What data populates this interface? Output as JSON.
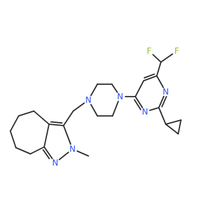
{
  "molecule": {
    "colors": {
      "bond": "#2b2b2b",
      "nitrogen": "#3050F8",
      "fluorine": "#90C030",
      "background": "#ffffff"
    },
    "atoms": [
      {
        "key": "f1",
        "text": "F",
        "element": "F"
      },
      {
        "key": "f2",
        "text": "F",
        "element": "F"
      },
      {
        "key": "n_pym_top",
        "text": "N",
        "element": "N"
      },
      {
        "key": "n_pym_bottom",
        "text": "N",
        "element": "N"
      },
      {
        "key": "n_pip_left",
        "text": "N",
        "element": "N"
      },
      {
        "key": "n_pip_right",
        "text": "N",
        "element": "N"
      },
      {
        "key": "n_pyr_methyl",
        "text": "N",
        "element": "N"
      },
      {
        "key": "n_pyr_ring",
        "text": "N",
        "element": "N"
      }
    ]
  }
}
